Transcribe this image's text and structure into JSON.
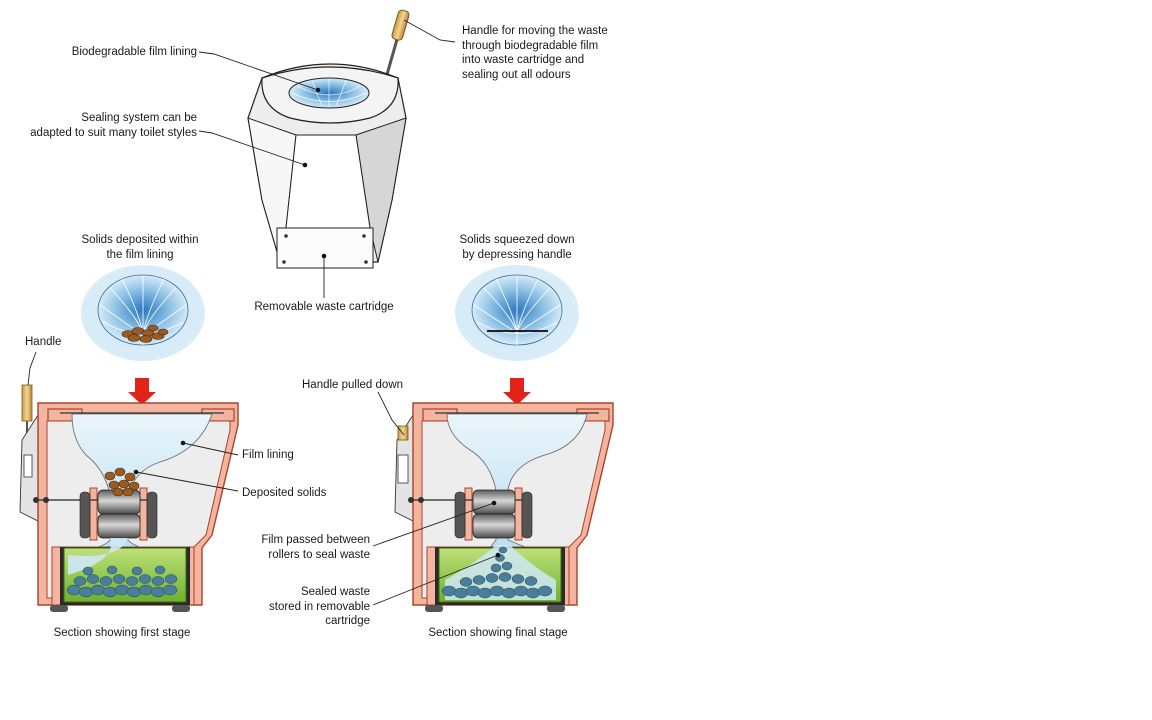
{
  "labels": {
    "film_lining_top": "Biodegradable film lining",
    "handle_top_1": "Handle for moving the waste",
    "handle_top_2": "through biodegradable film",
    "handle_top_3": "into waste cartridge and",
    "handle_top_4": "sealing out all odours",
    "sealing_1": "Sealing system can be",
    "sealing_2": "adapted to suit many toilet styles",
    "removable_cartridge": "Removable waste cartridge",
    "solids_deposited_1": "Solids deposited within",
    "solids_deposited_2": "the film lining",
    "solids_squeezed_1": "Solids squeezed down",
    "solids_squeezed_2": "by depressing handle",
    "handle_left": "Handle",
    "handle_pulled": "Handle pulled down",
    "film_lining_mid": "Film lining",
    "deposited_solids": "Deposited solids",
    "film_passed_1": "Film passed between",
    "film_passed_2": "rollers to seal waste",
    "sealed_waste_1": "Sealed waste",
    "sealed_waste_2": "stored in removable",
    "sealed_waste_3": "cartridge",
    "section_first": "Section showing first stage",
    "section_final": "Section showing final stage"
  },
  "colors": {
    "body_grey": "#e6e6e6",
    "film_blue": "#bfe0f2",
    "casing_salmon": "#f3b5a0",
    "casing_outline": "#a8432c",
    "arrow_red": "#e2231a",
    "cartridge_green": "#8cc63f",
    "waste_blue": "#4a7f9a",
    "solids_brown": "#9a5a24"
  }
}
